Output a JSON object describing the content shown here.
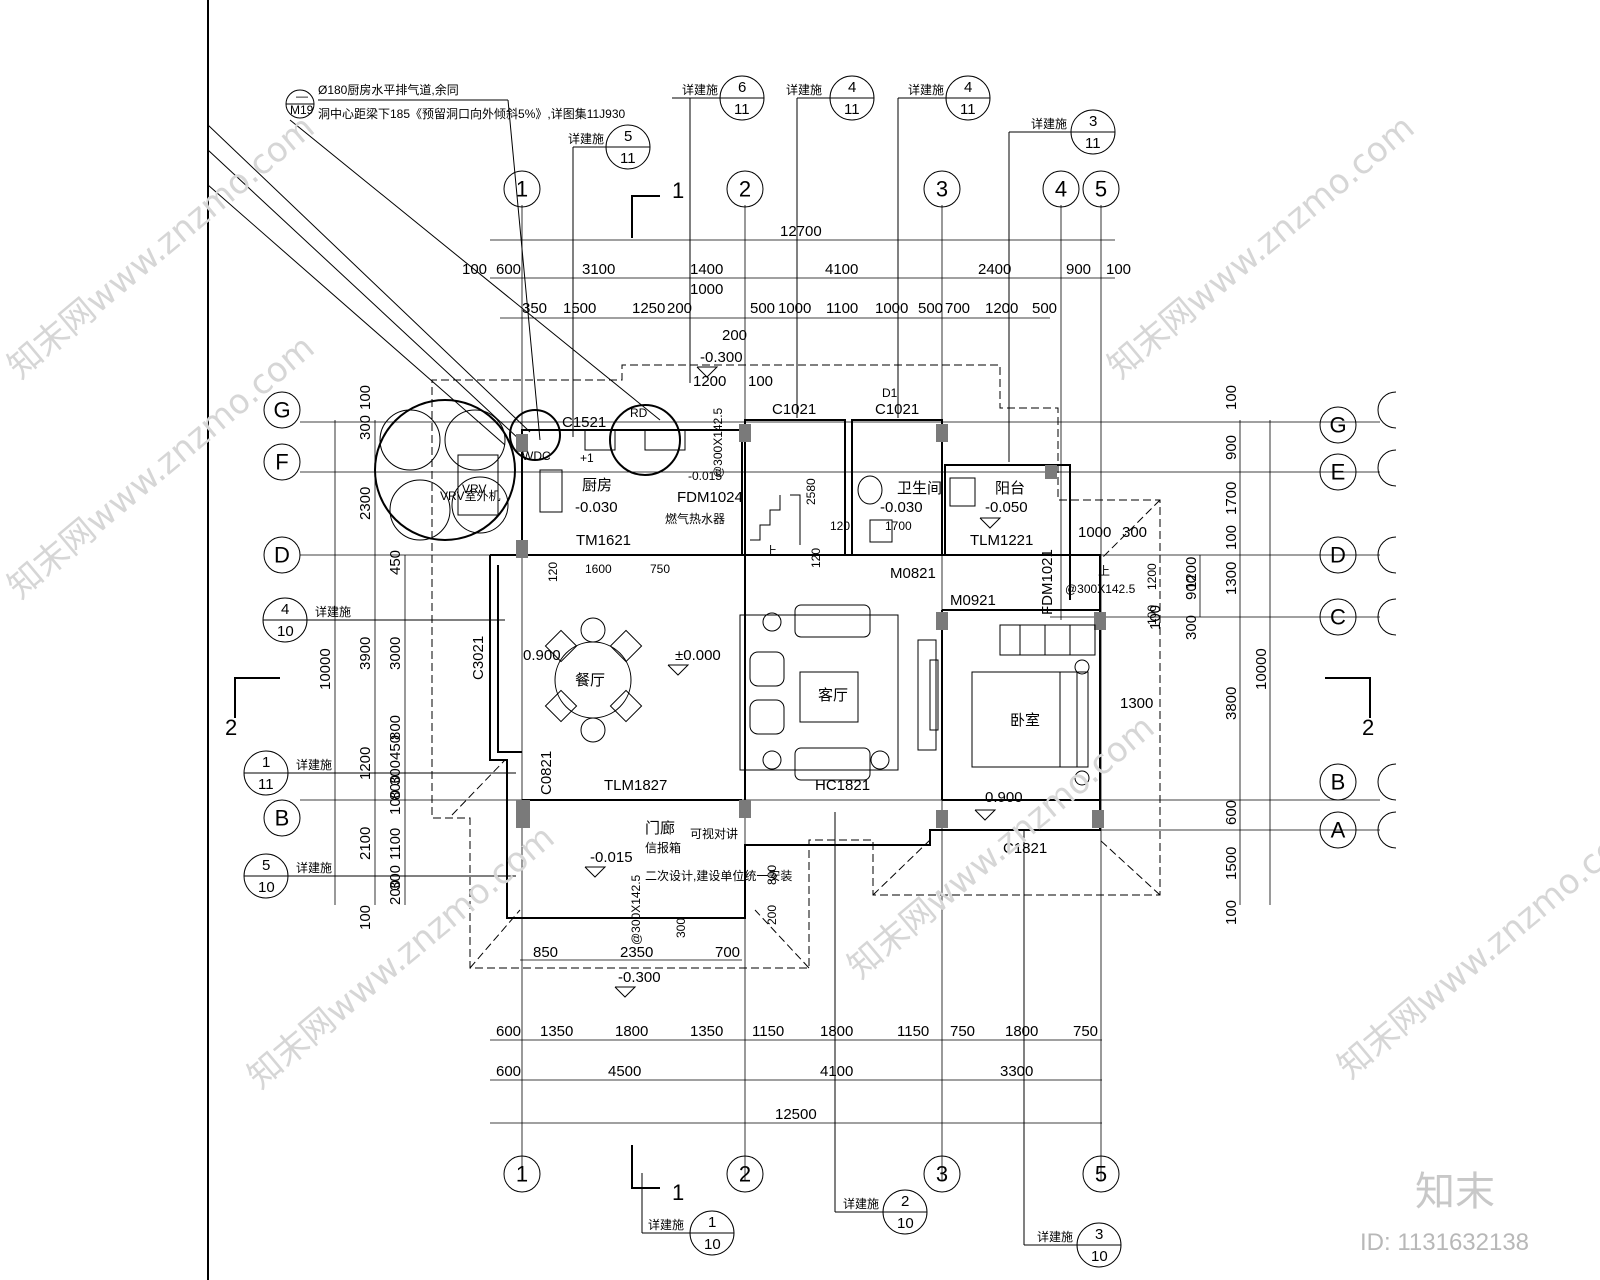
{
  "axes": {
    "vertical": [
      "1",
      "2",
      "3",
      "4",
      "5"
    ],
    "horizontal_left": [
      "G",
      "F",
      "D",
      "B"
    ],
    "horizontal_right": [
      "G",
      "E",
      "D",
      "C",
      "B",
      "A"
    ]
  },
  "section_marks": {
    "s1": "1",
    "s2": "2"
  },
  "dims": {
    "top_total": "12700",
    "top_row1": [
      "100",
      "600",
      "3100",
      "1400",
      "4100",
      "2400",
      "900",
      "100"
    ],
    "top_row2": [
      "350",
      "1500",
      "1250",
      "200",
      "500",
      "1000",
      "1100",
      "1000",
      "500",
      "700",
      "1200",
      "500"
    ],
    "top_extra": [
      "1000",
      "200",
      "1200",
      "100"
    ],
    "bottom_row1": [
      "600",
      "1350",
      "1800",
      "1350",
      "1150",
      "1800",
      "1150",
      "750",
      "1800",
      "750"
    ],
    "bottom_row2": [
      "600",
      "4500",
      "4100",
      "3300"
    ],
    "bottom_total": "12500",
    "porch": [
      "850",
      "2350",
      "700"
    ],
    "left_total": "10000",
    "left_col1": [
      "300",
      "100",
      "2300",
      "450",
      "3900",
      "3000",
      "800",
      "450",
      "300",
      "1200",
      "100",
      "800",
      "1100",
      "2100",
      "300",
      "200",
      "100"
    ],
    "right_total": "10000",
    "right_col1": [
      "100",
      "900",
      "1700",
      "100",
      "1300",
      "3800",
      "600",
      "1500",
      "100"
    ],
    "right_col2": [
      "1200",
      "900",
      "300",
      "100"
    ],
    "misc": [
      "1300",
      "300",
      "1000",
      "120",
      "1600",
      "750",
      "120",
      "2580",
      "120",
      "1700",
      "300",
      "800",
      "200",
      "1200",
      "100"
    ]
  },
  "rooms": {
    "kitchen": "厨房",
    "dining": "餐厅",
    "living": "客厅",
    "bathroom": "卫生间",
    "balcony": "阳台",
    "bedroom": "卧室",
    "porch": "门廊"
  },
  "elevations": {
    "kitchen": "-0.030",
    "bathroom": "-0.030",
    "balcony": "-0.050",
    "main": "±0.000",
    "porch": "-0.015",
    "outside": "-0.300",
    "top": "-0.300",
    "dining_win": "0.900",
    "bed_win": "0.900",
    "kitchen_step": "-0.015"
  },
  "doors_windows": {
    "c1521": "C1521",
    "c1021a": "C1021",
    "c1021b": "C1021",
    "fdm1024": "FDM1024",
    "tm1621": "TM1621",
    "m0821": "M0821",
    "tlm1221": "TLM1221",
    "fdm1021": "FDM1021",
    "m0921": "M0921",
    "c3021": "C3021",
    "c0821": "C0821",
    "tlm1827": "TLM1827",
    "hc1821": "HC1821",
    "c1821": "C1821",
    "d1": "D1"
  },
  "notes": {
    "vent1": "Ø180厨房水平排气道,余同",
    "vent2": "洞中心距梁下185《预留洞口向外倾斜5%》,详图集11J930",
    "vent_tag": "M19",
    "vent_tag_top": "—",
    "vrv": "VRV室外机",
    "vrv2": "VRV",
    "heater": "燃气热水器",
    "vent_hole": "@300X142.5",
    "vent_hole2": "@300X142.5",
    "vent_hole3": "@300X142.5",
    "rd": "RD",
    "porch1": "可视对讲",
    "porch2": "信报箱",
    "porch3": "二次设计,建设单位统一安装",
    "up1": "上",
    "up2": "上",
    "kitchen_hole": "+1",
    "dwoc": "WDC",
    "ylm": "信报箱"
  },
  "callouts": [
    {
      "label": "详建施",
      "num": "6",
      "sheet": "11"
    },
    {
      "label": "详建施",
      "num": "4",
      "sheet": "11"
    },
    {
      "label": "详建施",
      "num": "4",
      "sheet": "11"
    },
    {
      "label": "详建施",
      "num": "5",
      "sheet": "11"
    },
    {
      "label": "详建施",
      "num": "3",
      "sheet": "11"
    },
    {
      "label": "详建施",
      "num": "4",
      "sheet": "10"
    },
    {
      "label": "详建施",
      "num": "1",
      "sheet": "11"
    },
    {
      "label": "详建施",
      "num": "5",
      "sheet": "10"
    },
    {
      "label": "详建施",
      "num": "1",
      "sheet": "10"
    },
    {
      "label": "详建施",
      "num": "2",
      "sheet": "10"
    },
    {
      "label": "详建施",
      "num": "3",
      "sheet": "10"
    }
  ],
  "watermark": {
    "text": "知末网www.znzmo.com",
    "brand": "知末",
    "id": "ID: 1131632138"
  }
}
